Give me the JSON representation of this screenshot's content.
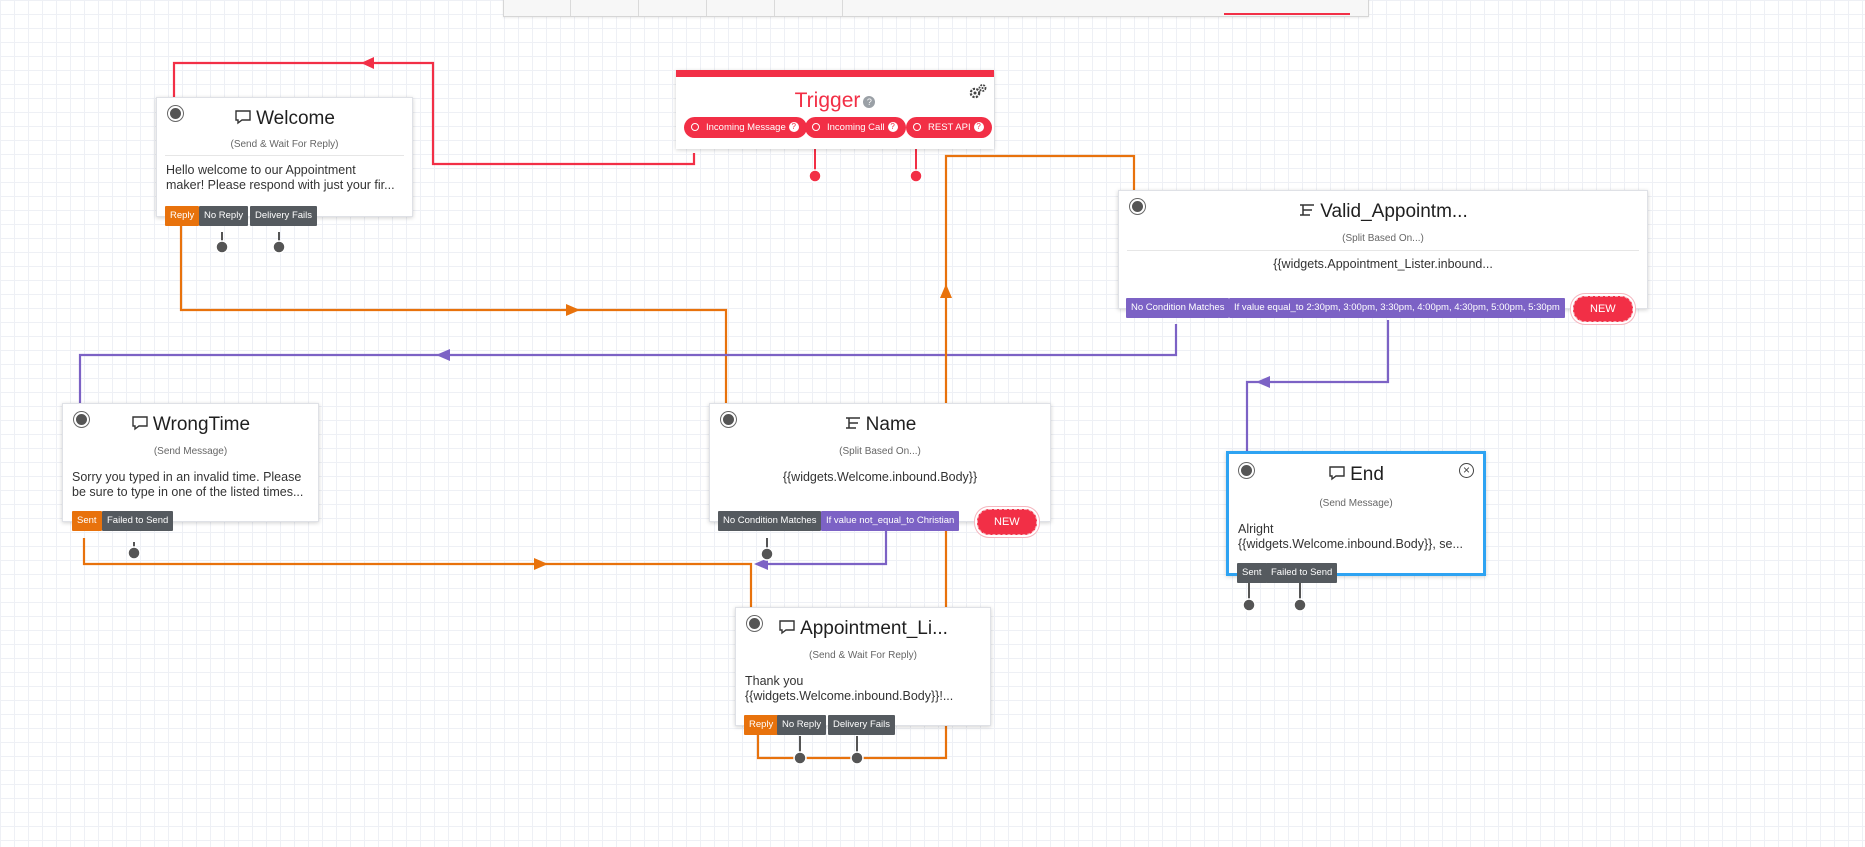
{
  "colors": {
    "trigger_red": "#f22f46",
    "reply_orange": "#e8720c",
    "condition_purple": "#7c62c5",
    "port_gray": "#555a5f",
    "selected_blue": "#2ea3f2"
  },
  "trigger": {
    "title": "Trigger",
    "help_icon": "question-circle-icon",
    "settings_icon": "gears-icon",
    "pills": [
      {
        "label": "Incoming Message"
      },
      {
        "label": "Incoming Call"
      },
      {
        "label": "REST API"
      }
    ]
  },
  "welcome": {
    "icon": "message-bubble-icon",
    "title": "Welcome",
    "subtitle": "(Send & Wait For Reply)",
    "body_line1": "Hello welcome to our Appointment",
    "body_line2": "maker! Please respond with just your fir...",
    "ports": {
      "reply": "Reply",
      "no_reply": "No Reply",
      "delivery_fails": "Delivery Fails"
    }
  },
  "wrongtime": {
    "icon": "message-bubble-icon",
    "title": "WrongTime",
    "subtitle": "(Send Message)",
    "body_line1": "Sorry you typed in an invalid time. Please",
    "body_line2": "be sure to type in one of the listed times...",
    "ports": {
      "sent": "Sent",
      "failed": "Failed to Send"
    }
  },
  "name_split": {
    "icon": "split-icon",
    "title": "Name",
    "subtitle": "(Split Based On...)",
    "body": "{{widgets.Welcome.inbound.Body}}",
    "ports": {
      "no_match": "No Condition Matches",
      "condition": "If value not_equal_to Christian",
      "new": "NEW"
    }
  },
  "valid": {
    "icon": "split-icon",
    "title": "Valid_Appointm...",
    "subtitle": "(Split Based On...)",
    "body": "{{widgets.Appointment_Lister.inbound...",
    "ports": {
      "no_match": "No Condition Matches",
      "condition": "If value equal_to 2:30pm, 3:00pm, 3:30pm, 4:00pm, 4:30pm, 5:00pm, 5:30pm",
      "new": "NEW"
    }
  },
  "end": {
    "icon": "message-bubble-icon",
    "title": "End",
    "subtitle": "(Send Message)",
    "body_line1": "Alright",
    "body_line2": "{{widgets.Welcome.inbound.Body}}, se...",
    "close_icon": "close-circle-icon",
    "close_glyph": "×",
    "ports": {
      "sent": "Sent",
      "failed": "Failed to Send"
    }
  },
  "appointment": {
    "icon": "message-bubble-icon",
    "title": "Appointment_Li...",
    "subtitle": "(Send & Wait For Reply)",
    "body_line1": "Thank you",
    "body_line2": "{{widgets.Welcome.inbound.Body}}!...",
    "ports": {
      "reply": "Reply",
      "no_reply": "No Reply",
      "delivery_fails": "Delivery Fails"
    }
  }
}
